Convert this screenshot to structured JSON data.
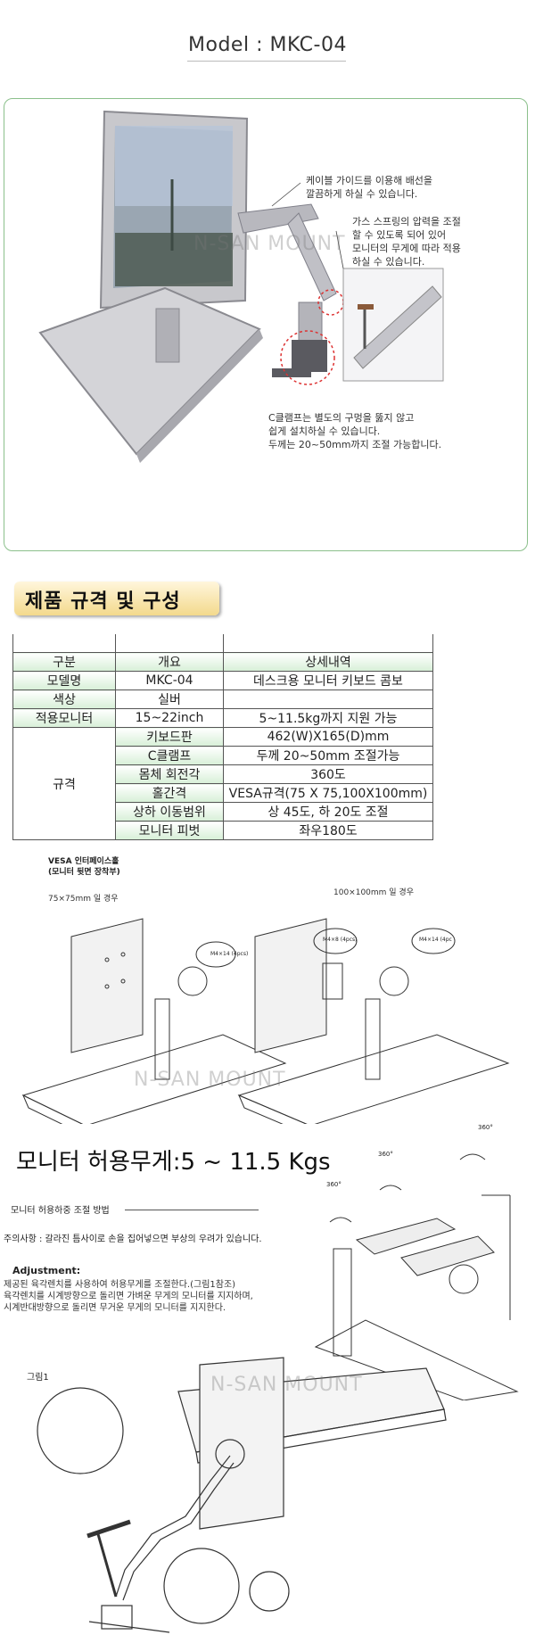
{
  "header": {
    "model_title": "Model : MKC-04"
  },
  "hero": {
    "watermark": "N-SAN MOUNT",
    "callout_cable": "케이블 가이드를 이용해 배선을\n깔끔하게 하실 수 있습니다.",
    "callout_gas": "가스 스프링의 압력을 조절\n할 수 있도록 되어 있어\n모니터의 무게에 따라 적용\n하실 수 있습니다.",
    "callout_clamp": "C클램프는 별도의 구멍을 뚫지 않고\n쉽게 설치하실 수 있습니다.\n두께는 20~50mm까지 조절 가능합니다."
  },
  "spec_section": {
    "title": "제품 규격 및 구성",
    "headers": [
      "구분",
      "개요",
      "상세내역"
    ],
    "rows": {
      "model": {
        "label": "모델명",
        "overview": "MKC-04",
        "detail": "데스크용 모니터 키보드 콤보"
      },
      "color": {
        "label": "색상",
        "overview": "실버",
        "detail": ""
      },
      "monitor": {
        "label": "적용모니터",
        "overview": "15~22inch",
        "detail": "5~11.5kg까지 지원 가능"
      },
      "spec_label": "규격",
      "spec_items": [
        {
          "overview": "키보드판",
          "detail": "462(W)X165(D)mm"
        },
        {
          "overview": "C클램프",
          "detail": "두께 20~50mm 조절가능"
        },
        {
          "overview": "몸체 회전각",
          "detail": "360도"
        },
        {
          "overview": "홀간격",
          "detail": "VESA규격(75 X 75,100X100mm)"
        },
        {
          "overview": "상하 이동범위",
          "detail": "상 45도, 하 20도 조절"
        },
        {
          "overview": "모니터 피벗",
          "detail": "좌우180도"
        }
      ]
    }
  },
  "vesa": {
    "title_line1": "VESA 인터페이스홀",
    "title_line2": "(모니터 뒷면 장착부)",
    "left_caption": "75×75mm 일 경우",
    "right_caption": "100×100mm 일 경우",
    "screw_label_a": "M4×14 (4pcs)",
    "screw_label_b": "M4×8 (4pcs)",
    "screw_label_c": "M4×14 (4pc"
  },
  "weight": {
    "label": "모니터 허용무게:5 ~ 11.5 Kgs",
    "method_title": "모니터 허용하중 조절 방법",
    "caution": "주의사항 : 갈라진 틈사이로 손을 집어넣으면 부상의 우려가 있습니다.",
    "adjust_title": "Adjustment:",
    "adjust_line1": "제공된 육각렌치를 사용하여 허용무게를 조절한다.(그림1참조)",
    "adjust_line2": "육각렌치를 시계방향으로 돌리면 가벼운 무게의 모니터를 지지하며,",
    "adjust_line3": "시계반대방향으로 돌리면 무거운 무게의 모니터를 지지한다.",
    "deg_a": "360°",
    "deg_b": "360°",
    "deg_c": "360°",
    "fig_label": "그림1"
  }
}
